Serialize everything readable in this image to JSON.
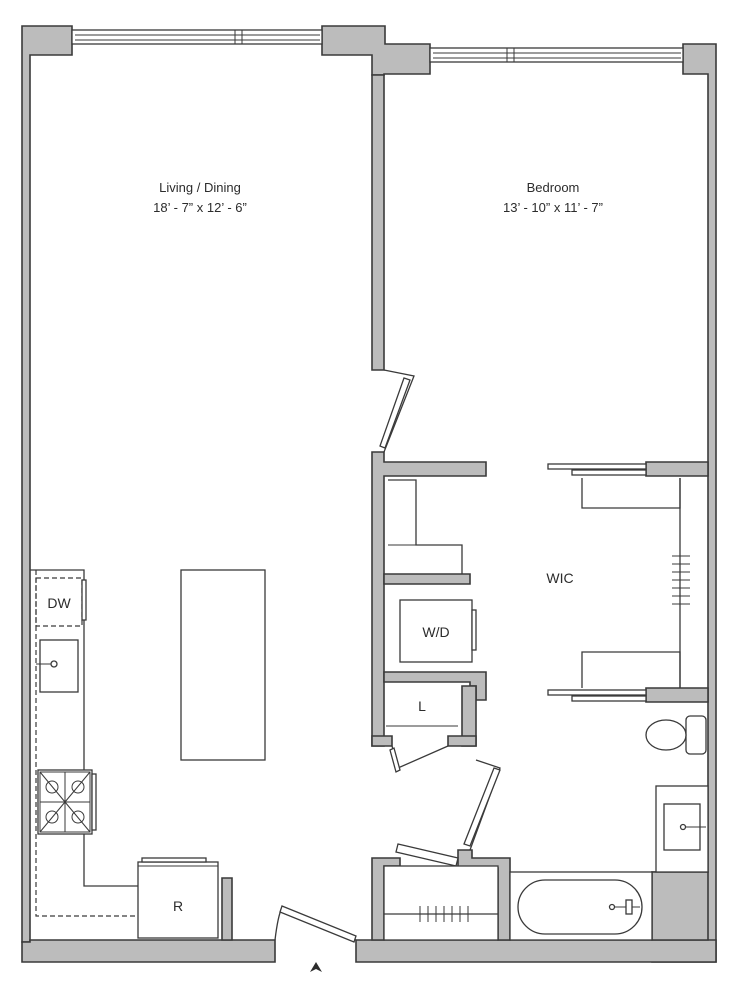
{
  "rooms": {
    "living": {
      "name": "Living / Dining",
      "dims": "18’ - 7” x 12’ - 6”"
    },
    "bedroom": {
      "name": "Bedroom",
      "dims": "13’ - 10” x 11’ - 7”"
    },
    "wic": {
      "name": "WIC"
    }
  },
  "fixtures": {
    "dishwasher": "DW",
    "washer_dryer": "W/D",
    "linen": "L",
    "refrigerator": "R"
  },
  "icons": {
    "entry": "entry-arrow-icon"
  }
}
